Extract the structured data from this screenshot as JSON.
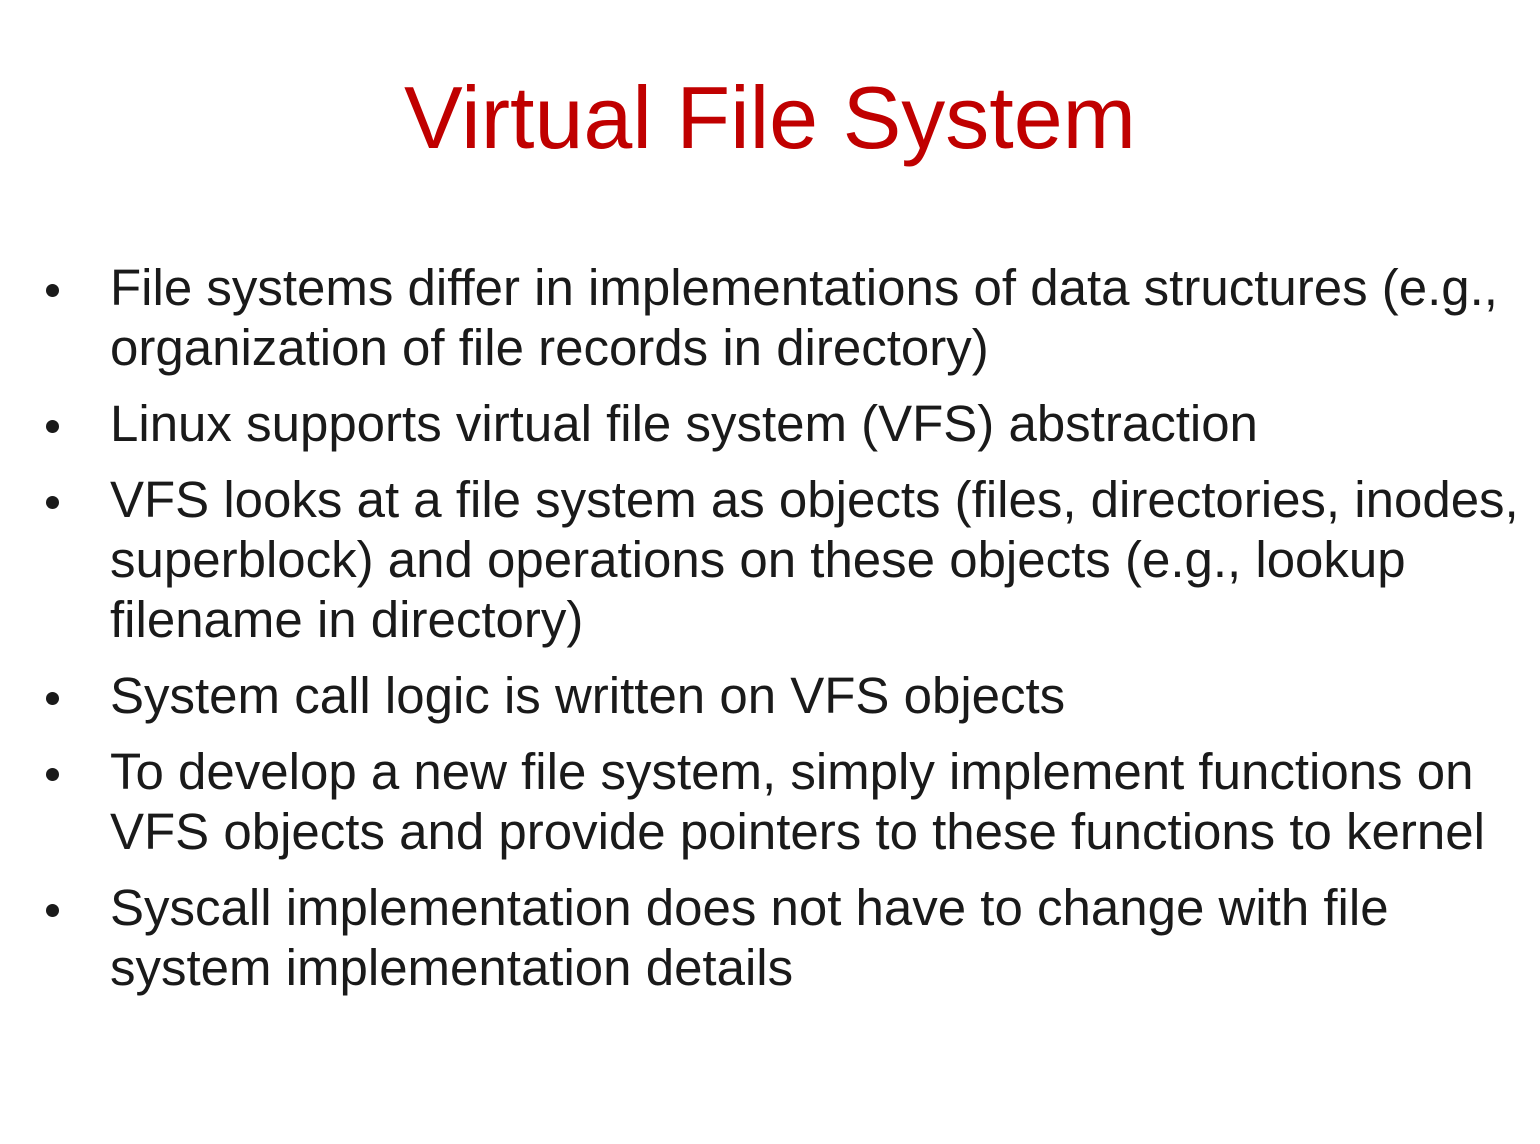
{
  "slide": {
    "title": "Virtual File System",
    "title_color": "#c00000",
    "text_color": "#1a1a1a",
    "bullets": [
      "File systems differ in implementations of data structures (e.g., organization of file records in directory)",
      "Linux supports virtual file system (VFS) abstraction",
      "VFS looks at a file system as objects (files, directories, inodes, superblock) and operations on these objects (e.g., lookup filename in directory)",
      "System call logic is written on VFS objects",
      "To develop a new file system, simply implement functions on VFS objects and provide pointers to these functions to kernel",
      "Syscall implementation does not have to change with file system implementation details"
    ]
  }
}
